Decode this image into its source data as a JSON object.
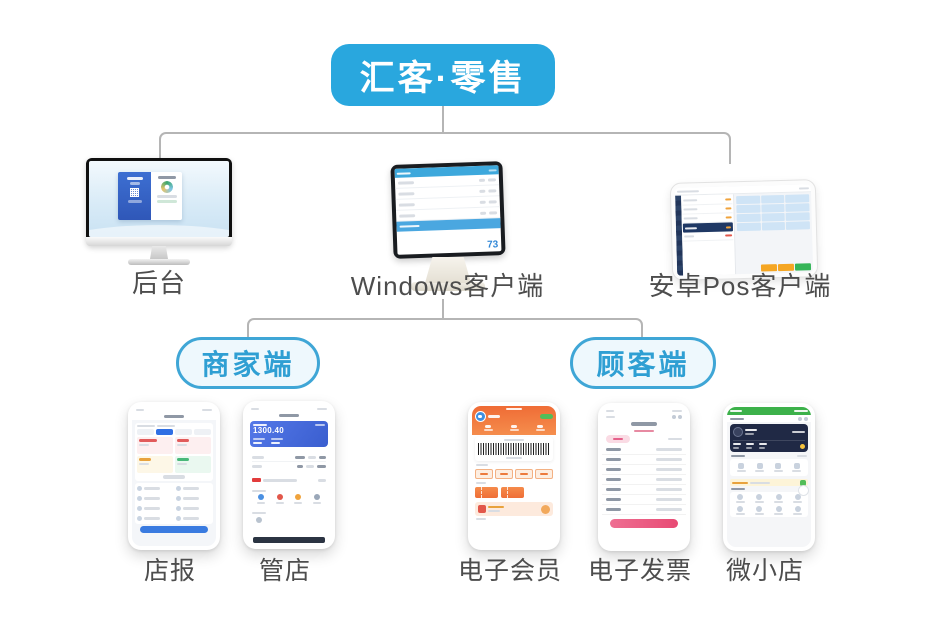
{
  "title": "汇客·零售",
  "devices": [
    {
      "name": "backoffice",
      "label": "后台"
    },
    {
      "name": "windows-pos",
      "label": "Windows客户端",
      "screen_total": "73"
    },
    {
      "name": "android-pos",
      "label": "安卓Pos客户端"
    }
  ],
  "groups": [
    {
      "name": "merchant",
      "label": "商家端",
      "apps": [
        {
          "label": "店报"
        },
        {
          "label": "管店",
          "screen_amount": "1300.40"
        }
      ]
    },
    {
      "name": "customer",
      "label": "顾客端",
      "apps": [
        {
          "label": "电子会员"
        },
        {
          "label": "电子发票"
        },
        {
          "label": "微小店"
        }
      ]
    }
  ],
  "colors": {
    "brand_blue": "#29a7de",
    "pill_text_blue": "#2f9fd3",
    "pill_border_blue": "#3fa6d6",
    "connector_gray": "#b5b5b5",
    "label_gray": "#4d4d4d",
    "merchant_card_blue": "#4a6fd4",
    "member_orange": "#f0793f",
    "invoice_pink": "#e75480",
    "store_green": "#3cb14a",
    "pos_header_blue": "#3da8dc"
  }
}
